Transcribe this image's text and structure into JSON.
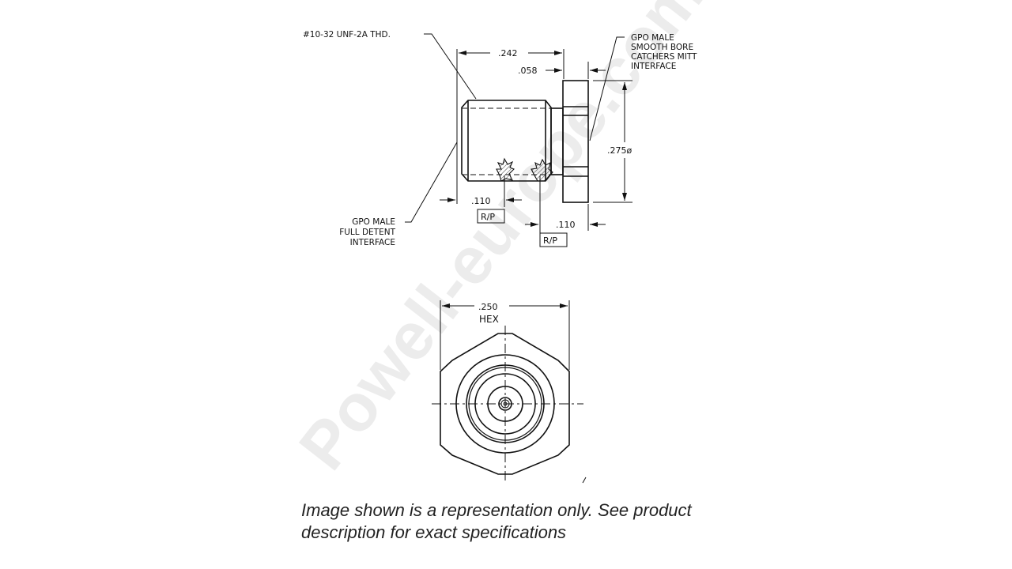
{
  "watermark": "Powell-europe.com",
  "side_view": {
    "thread_note": "#10-32 UNF-2A THD.",
    "smooth_bore_note": [
      "GPO MALE",
      "SMOOTH BORE",
      "CATCHERS MITT",
      "INTERFACE"
    ],
    "full_detent_note": [
      "GPO MALE",
      "FULL DETENT",
      "INTERFACE"
    ],
    "dim_overall_length": ".242",
    "dim_flange_thickness": ".058",
    "dim_flange_diameter": ".275ø",
    "dim_left_rp": ".110",
    "dim_right_rp": ".110",
    "rp_label_left": "R/P",
    "rp_label_right": "R/P"
  },
  "end_view": {
    "dim_hex": ".250",
    "dim_hex_label": "HEX"
  },
  "caption": {
    "line1": "Image shown is a representation only. See product",
    "line2": "description for exact specifications"
  },
  "colors": {
    "line": "#111111",
    "watermark": "#ececec",
    "caption": "#222222"
  }
}
